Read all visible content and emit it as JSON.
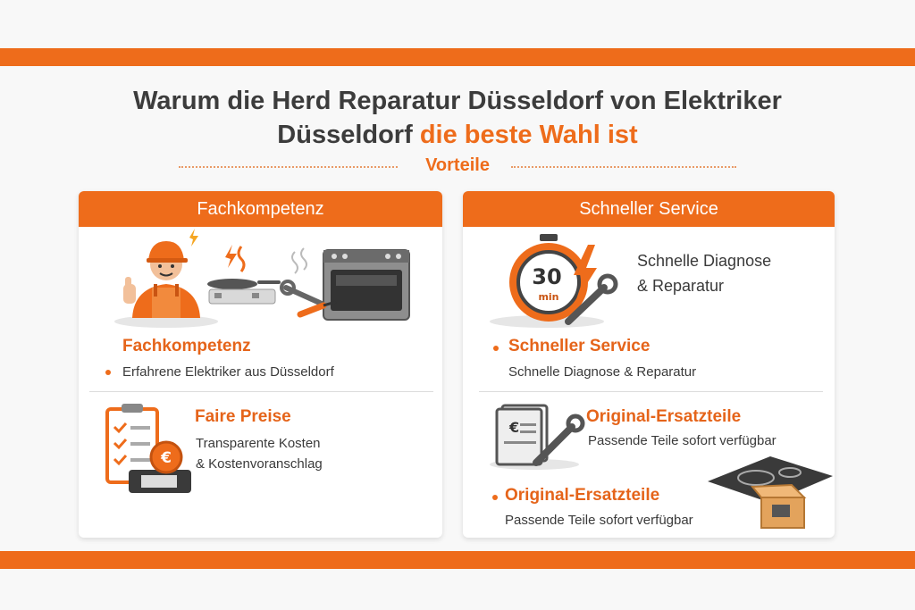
{
  "heading": {
    "line1": "Warum die Herd Reparatur Düsseldorf von Elektriker",
    "line2_dark": "Düsseldorf",
    "line2_orange": "die beste Wahl ist"
  },
  "subheading": "Vorteile",
  "colors": {
    "accent": "#ee6c1b",
    "dark_text": "#3c3c3c",
    "panel_bg": "#ffffff"
  },
  "left_panel": {
    "header": "Fachkompetenz",
    "feature1": {
      "title": "Fachkompetenz",
      "text": "Erfahrene Elektriker aus Düsseldorf"
    },
    "feature2": {
      "title": "Faire Preise",
      "text_line1": "Transparente Kosten",
      "text_line2": "& Kostenvoranschlag"
    },
    "icons": [
      "technician-illustration",
      "stove-illustration",
      "checklist-euro-illustration"
    ]
  },
  "right_panel": {
    "header": "Schneller Service",
    "hero": {
      "line1": "Schnelle Diagnose",
      "line2": "& Reparatur",
      "timer_number": "30",
      "timer_unit": "min"
    },
    "feature1": {
      "title": "Schneller Service",
      "text": "Schnelle Diagnose & Reparatur"
    },
    "feature2": {
      "title": "Original-Ersatzteile",
      "text": "Passende Teile sofort verfügbar"
    },
    "feature3": {
      "title": "Original-Ersatzteile",
      "text": "Passende Teile sofort verfügbar"
    },
    "icons": [
      "stopwatch-icon",
      "lightning-icon",
      "wrench-icon",
      "invoice-icon",
      "cooktop-icon",
      "parts-box-icon"
    ]
  }
}
